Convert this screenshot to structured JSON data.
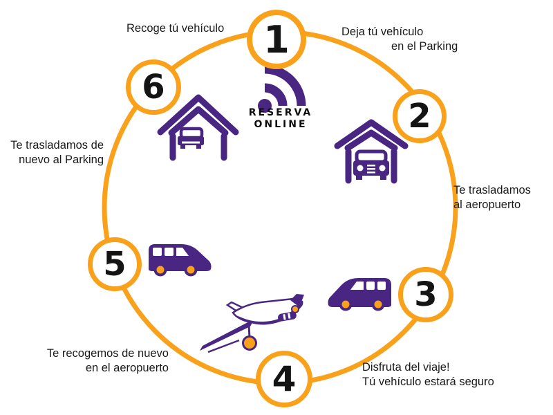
{
  "diagram": {
    "title_line1": "RESERVA",
    "title_line2": "ONLINE"
  },
  "colors": {
    "orange": "#F9A11B",
    "purple": "#4A2683",
    "text": "#1A1A1A"
  },
  "steps": [
    {
      "number": "1"
    },
    {
      "number": "2"
    },
    {
      "number": "3"
    },
    {
      "number": "4"
    },
    {
      "number": "5"
    },
    {
      "number": "6"
    }
  ],
  "labels": {
    "recoge": {
      "line1": "Recoge tú vehículo"
    },
    "deja": {
      "line1": "Deja tú vehículo",
      "line2": "en el Parking"
    },
    "traslado_aeropuerto": {
      "line1": "Te trasladamos",
      "line2": "al aeropuerto"
    },
    "disfruta": {
      "line1": "Disfruta del viaje!",
      "line2": "Tú vehículo estará seguro"
    },
    "recogemos": {
      "line1": "Te recogemos de nuevo",
      "line2": "en el aeropuerto"
    },
    "traslado_parking": {
      "line1": "Te trasladamos de",
      "line2": "nuevo al Parking"
    }
  }
}
